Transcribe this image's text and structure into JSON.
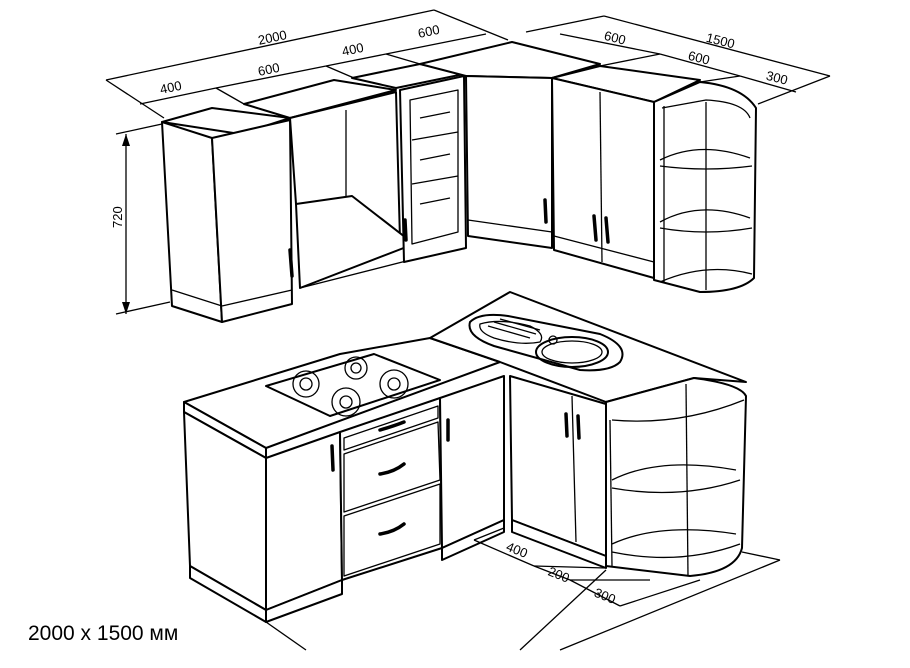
{
  "caption": "2000 x 1500 мм",
  "dimensions": {
    "top_total_left": "2000",
    "top_left_400": "400",
    "top_left_600": "600",
    "top_mid_400": "400",
    "top_mid_600": "600",
    "top_total_right": "1500",
    "top_right_600a": "600",
    "top_right_600b": "600",
    "top_right_300": "300",
    "height": "720",
    "bottom_400": "400",
    "bottom_200": "200",
    "bottom_300": "300"
  }
}
